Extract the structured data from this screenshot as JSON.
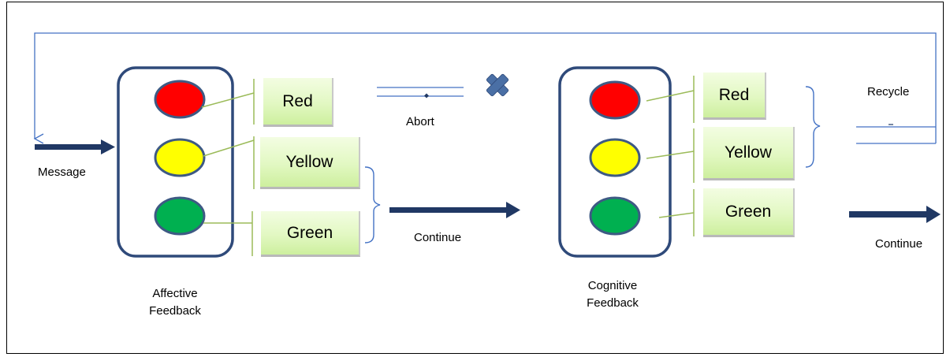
{
  "affective": {
    "title_line1": "Affective",
    "title_line2": "Feedback",
    "lights": [
      {
        "name": "red",
        "color": "#ff0000",
        "label": "Red"
      },
      {
        "name": "yellow",
        "color": "#ffff00",
        "label": "Yellow"
      },
      {
        "name": "green",
        "color": "#00b050",
        "label": "Green"
      }
    ]
  },
  "cognitive": {
    "title_line1": "Cognitive",
    "title_line2": "Feedback",
    "lights": [
      {
        "name": "red",
        "color": "#ff0000",
        "label": "Red"
      },
      {
        "name": "yellow",
        "color": "#ffff00",
        "label": "Yellow"
      },
      {
        "name": "green",
        "color": "#00b050",
        "label": "Green"
      }
    ]
  },
  "labels": {
    "message": "Message",
    "abort": "Abort",
    "continue_1": "Continue",
    "continue_2": "Continue",
    "recycle": "Recycle"
  },
  "colors": {
    "frame": "#2f4a7a",
    "arrow": "#203864",
    "connector": "#9bbb59",
    "bracket": "#4472c4",
    "feedback_loop": "#4472c4",
    "abort_x": "#4a6fa5"
  }
}
